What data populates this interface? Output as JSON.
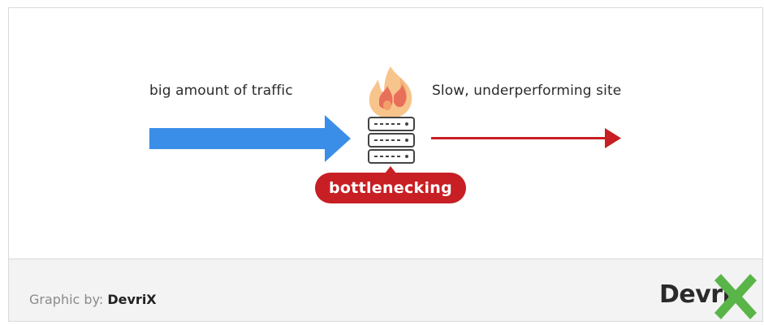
{
  "diagram": {
    "input_label": "big amount of traffic",
    "output_label": "Slow, underperforming site",
    "badge_label": "bottlenecking",
    "colors": {
      "input_arrow": "#3b8ee8",
      "output_arrow": "#c71f24",
      "badge": "#c71f24",
      "flame_outer": "#f6c18a",
      "flame_inner": "#e8705a",
      "server": "#444444"
    },
    "icons": [
      "fire-icon",
      "server-rack-icon"
    ]
  },
  "footer": {
    "credit_prefix": "Graphic by:",
    "credit_name": "DevriX",
    "logo_text": "Devri",
    "logo_colors": {
      "text": "#2a2a2a",
      "x_mark": "#5ab548"
    }
  }
}
